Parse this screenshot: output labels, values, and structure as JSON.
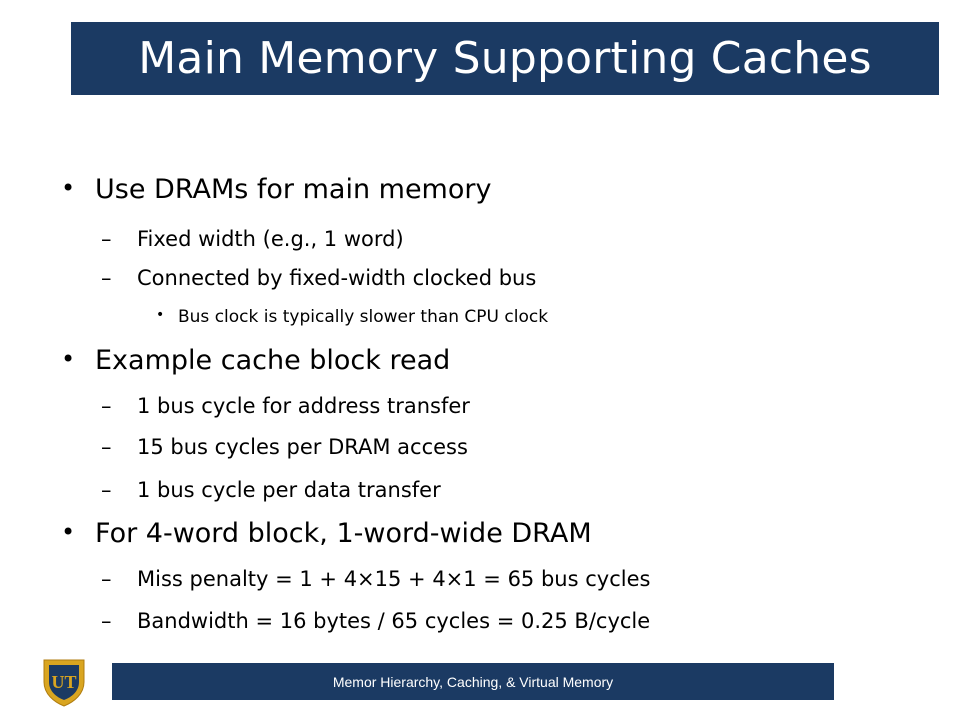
{
  "slide": {
    "title": "Main Memory Supporting Caches",
    "bullets": [
      {
        "level": 1,
        "text": "Use DRAMs for main memory"
      },
      {
        "level": 2,
        "text": "Fixed width (e.g., 1 word)"
      },
      {
        "level": 2,
        "text": "Connected by fixed-width clocked bus"
      },
      {
        "level": 3,
        "text": "Bus clock is typically slower than CPU clock"
      },
      {
        "level": 1,
        "text": "Example cache block read"
      },
      {
        "level": 2,
        "text": "1 bus cycle for address transfer"
      },
      {
        "level": 2,
        "text": "15 bus cycles per DRAM access"
      },
      {
        "level": 2,
        "text": "1 bus cycle per data transfer"
      },
      {
        "level": 1,
        "text": "For 4-word block, 1-word-wide DRAM"
      },
      {
        "level": 2,
        "text": "Miss penalty = 1 + 4×15 + 4×1 = 65 bus cycles"
      },
      {
        "level": 2,
        "text": "Bandwidth = 16 bytes / 65 cycles = 0.25 B/cycle"
      }
    ],
    "footer": "Memor Hierarchy, Caching, & Virtual Memory",
    "logo_text": "UT"
  },
  "markers": {
    "level1": "•",
    "level2": "–",
    "level3": "•"
  },
  "colors": {
    "bar": "#1b3a63",
    "logo_gold": "#d9a520",
    "logo_navy": "#1b3a63"
  },
  "icons": {
    "logo": "shield-crest-icon"
  }
}
